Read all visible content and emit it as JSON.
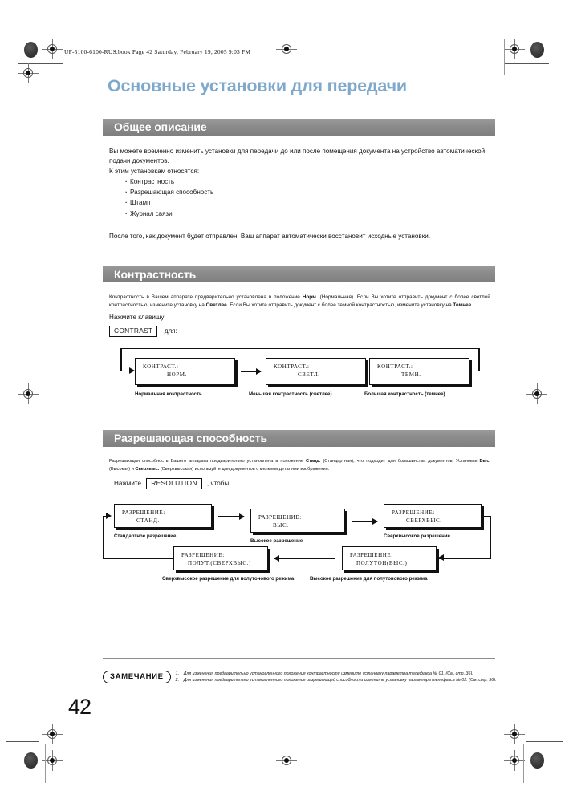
{
  "running_header": "UF-5100-6100-RUS.book  Page 42  Saturday, February 19, 2005  9:03 PM",
  "page_title": "Основные установки для передачи",
  "page_number": "42",
  "colors": {
    "title": "#7fa9cc",
    "section_bar": "#8c8c8c",
    "rule": "#8c8c8c",
    "text": "#111111"
  },
  "sections": {
    "overview": {
      "heading": "Общее описание",
      "paragraph_1": "Вы можете временно изменить установки для передачи до или после помещения документа на устройство автоматической подачи документов.",
      "paragraph_2": "К этим установкам относятся:",
      "bullets": [
        "Контрастность",
        "Разрешающая способность",
        "Штамп",
        "Журнал связи"
      ],
      "paragraph_3": "После того, как документ будет отправлен, Ваш аппарат автоматически восстановит исходные установки."
    },
    "contrast": {
      "heading": "Контрастность",
      "paragraph_part1": "Контрастность в Вашем аппарате предварительно установлена в положение ",
      "bold_1": "Норм.",
      "paragraph_part2": " (Нормальная). Если Вы хотите отправить документ с более светлой контрастностью, измените установку на ",
      "bold_2": "Светлее",
      "paragraph_part3": ". Если Вы хотите отправить документ с более темной контрастностью, измените установку на ",
      "bold_3": "Темнее",
      "paragraph_part4": ".",
      "press_key_line": "Нажмите клавишу",
      "key_label": "CONTRAST",
      "key_suffix": "для:",
      "steps": [
        {
          "lcd_line1": "КОНТРАСТ.:",
          "lcd_line2": "НОРМ.",
          "caption": "Нормальная контрастность"
        },
        {
          "lcd_line1": "КОНТРАСТ.:",
          "lcd_line2": "СВЕТЛ.",
          "caption": "Меньшая контрастность (светлее)"
        },
        {
          "lcd_line1": "КОНТРАСТ.:",
          "lcd_line2": "ТЕМН.",
          "caption": "Большая контрастность (темнее)"
        }
      ]
    },
    "resolution": {
      "heading": "Разрешающая способность",
      "paragraph_part1": "Разрешающая способность Вашего аппарата предварительно установлена в положение ",
      "bold_1": "Станд.",
      "paragraph_part2": " (Стандартная), что подходит для большинства документов. Установки ",
      "bold_2": "Выс.",
      "paragraph_part3": " (Высокая) и ",
      "bold_3": "Сверхвыс.",
      "paragraph_part4": " (Сверхвысокая) используйте для документов с мелкими деталями изображения.",
      "press_prefix": "Нажмите",
      "key_label": "RESOLUTION",
      "press_suffix": ", чтобы:",
      "steps": [
        {
          "lcd_line1": "РАЗРЕШЕНИЕ:",
          "lcd_line2": "СТАНД.",
          "caption": "Стандартное разрешение"
        },
        {
          "lcd_line1": "РАЗРЕШЕНИЕ:",
          "lcd_line2": "ВЫС.",
          "caption": "Высокое разрешение"
        },
        {
          "lcd_line1": "РАЗРЕШЕНИЕ:",
          "lcd_line2": "СВЕРХВЫС.",
          "caption": "Сверхвысокое разрешение"
        },
        {
          "lcd_line1": "РАЗРЕШЕНИЕ:",
          "lcd_line2": "ПОЛУТ.(СВЕРХВЫС.)",
          "caption": "Сверхвысокое разрешение для полутонового режима"
        },
        {
          "lcd_line1": "РАЗРЕШЕНИЕ:",
          "lcd_line2": "ПОЛУТОН(ВЫС.)",
          "caption": "Высокое разрешение для полутонового режима"
        }
      ]
    }
  },
  "note": {
    "badge": "ЗАМЕЧАНИЕ",
    "items": [
      {
        "num": "1.",
        "text": "Для изменения предварительно установленного положения контрастности измените установку параметра телефакса № 01. (См. стр. 36)."
      },
      {
        "num": "2.",
        "text": "Для изменения предварительно установленного положения разрешающей способности измените установку параметра телефакса № 02. (См. стр. 36)."
      }
    ]
  }
}
